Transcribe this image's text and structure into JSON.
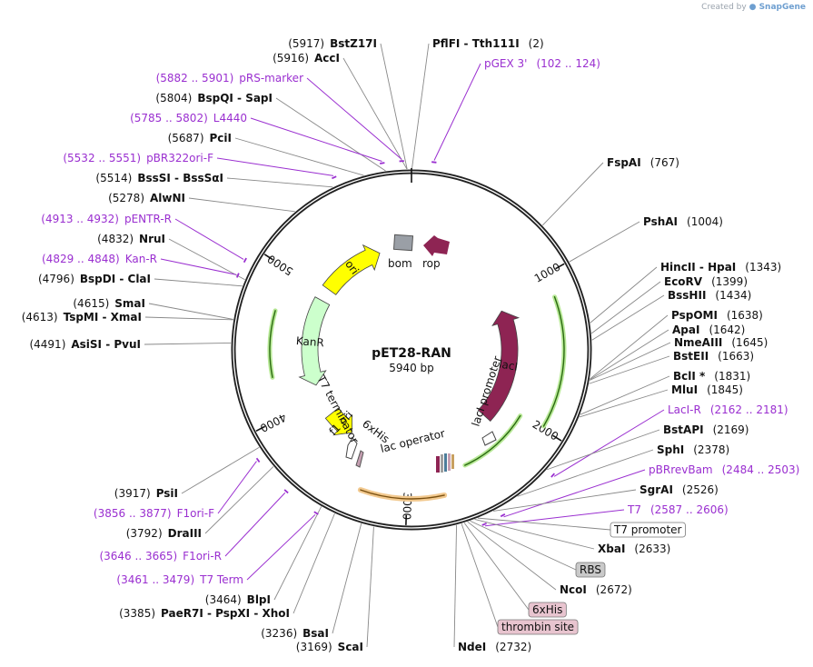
{
  "credit": {
    "prefix": "Created by",
    "brand": "SnapGene"
  },
  "plasmid": {
    "name": "pET28-RAN",
    "size_label": "5940 bp",
    "length": 5940
  },
  "ticks": [
    {
      "bp": 1000,
      "label": "1000"
    },
    {
      "bp": 2000,
      "label": "2000"
    },
    {
      "bp": 3000,
      "label": "3000"
    },
    {
      "bp": 4000,
      "label": "4000"
    },
    {
      "bp": 5000,
      "label": "5000"
    }
  ],
  "sites": [
    {
      "bp": 5917,
      "side": "L",
      "pos": "(5917)",
      "name": "BstZ17I",
      "kind": "enzyme"
    },
    {
      "bp": 5916,
      "side": "L",
      "pos": "(5916)",
      "name": "AccI",
      "kind": "enzyme"
    },
    {
      "bp": 5891,
      "side": "L",
      "pos": "(5882 .. 5901)",
      "name": "pRS-marker",
      "kind": "primer"
    },
    {
      "bp": 5804,
      "side": "L",
      "pos": "(5804)",
      "name": "BspQI  -  SapI",
      "kind": "enzyme"
    },
    {
      "bp": 5793,
      "side": "L",
      "pos": "(5785 .. 5802)",
      "name": "L4440",
      "kind": "primer"
    },
    {
      "bp": 5687,
      "side": "L",
      "pos": "(5687)",
      "name": "PciI",
      "kind": "enzyme"
    },
    {
      "bp": 5541,
      "side": "L",
      "pos": "(5532 .. 5551)",
      "name": "pBR322ori-F",
      "kind": "primer"
    },
    {
      "bp": 5514,
      "side": "L",
      "pos": "(5514)",
      "name": "BssSI  -  BssSαI",
      "kind": "enzyme"
    },
    {
      "bp": 5278,
      "side": "L",
      "pos": "(5278)",
      "name": "AlwNI",
      "kind": "enzyme"
    },
    {
      "bp": 4922,
      "side": "L",
      "pos": "(4913 .. 4932)",
      "name": "pENTR-R",
      "kind": "primer"
    },
    {
      "bp": 4832,
      "side": "L",
      "pos": "(4832)",
      "name": "NruI",
      "kind": "enzyme"
    },
    {
      "bp": 4838,
      "side": "L",
      "pos": "(4829 .. 4848)",
      "name": "Kan-R",
      "kind": "primer"
    },
    {
      "bp": 4796,
      "side": "L",
      "pos": "(4796)",
      "name": "BspDI  -  ClaI",
      "kind": "enzyme"
    },
    {
      "bp": 4615,
      "side": "L",
      "pos": "(4615)",
      "name": "SmaI",
      "kind": "enzyme"
    },
    {
      "bp": 4613,
      "side": "L",
      "pos": "(4613)",
      "name": "TspMI  -  XmaI",
      "kind": "enzyme"
    },
    {
      "bp": 4491,
      "side": "L",
      "pos": "(4491)",
      "name": "AsiSI  -  PvuI",
      "kind": "enzyme"
    },
    {
      "bp": 3917,
      "side": "L",
      "pos": "(3917)",
      "name": "PsiI",
      "kind": "enzyme"
    },
    {
      "bp": 3866,
      "side": "L",
      "pos": "(3856 .. 3877)",
      "name": "F1ori-F",
      "kind": "primer"
    },
    {
      "bp": 3792,
      "side": "L",
      "pos": "(3792)",
      "name": "DraIII",
      "kind": "enzyme"
    },
    {
      "bp": 3655,
      "side": "L",
      "pos": "(3646 .. 3665)",
      "name": "F1ori-R",
      "kind": "primer"
    },
    {
      "bp": 3470,
      "side": "L",
      "pos": "(3461 .. 3479)",
      "name": "T7 Term",
      "kind": "primer"
    },
    {
      "bp": 3464,
      "side": "L",
      "pos": "(3464)",
      "name": "BlpI",
      "kind": "enzyme"
    },
    {
      "bp": 3385,
      "side": "L",
      "pos": "(3385)",
      "name": "PaeR7I  -  PspXI  -  XhoI",
      "kind": "enzyme"
    },
    {
      "bp": 3236,
      "side": "L",
      "pos": "(3236)",
      "name": "BsaI",
      "kind": "enzyme"
    },
    {
      "bp": 3169,
      "side": "L",
      "pos": "(3169)",
      "name": "ScaI",
      "kind": "enzyme"
    },
    {
      "bp": 2,
      "side": "R",
      "pos": "(2)",
      "name": "PflFI  -  Tth111I",
      "kind": "enzyme"
    },
    {
      "bp": 113,
      "side": "R",
      "pos": "(102 .. 124)",
      "name": "pGEX 3'",
      "kind": "primer"
    },
    {
      "bp": 767,
      "side": "R",
      "pos": "(767)",
      "name": "FspAI",
      "kind": "enzyme"
    },
    {
      "bp": 1004,
      "side": "R",
      "pos": "(1004)",
      "name": "PshAI",
      "kind": "enzyme"
    },
    {
      "bp": 1343,
      "side": "R",
      "pos": "(1343)",
      "name": "HincII  -  HpaI",
      "kind": "enzyme"
    },
    {
      "bp": 1399,
      "side": "R",
      "pos": "(1399)",
      "name": "EcoRV",
      "kind": "enzyme"
    },
    {
      "bp": 1434,
      "side": "R",
      "pos": "(1434)",
      "name": "BssHII",
      "kind": "enzyme"
    },
    {
      "bp": 1638,
      "side": "R",
      "pos": "(1638)",
      "name": "PspOMI",
      "kind": "enzyme"
    },
    {
      "bp": 1642,
      "side": "R",
      "pos": "(1642)",
      "name": "ApaI",
      "kind": "enzyme"
    },
    {
      "bp": 1645,
      "side": "R",
      "pos": "(1645)",
      "name": "NmeAIII",
      "kind": "enzyme"
    },
    {
      "bp": 1663,
      "side": "R",
      "pos": "(1663)",
      "name": "BstEII",
      "kind": "enzyme"
    },
    {
      "bp": 1831,
      "side": "R",
      "pos": "(1831)",
      "name": "BclI *",
      "kind": "enzyme"
    },
    {
      "bp": 1845,
      "side": "R",
      "pos": "(1845)",
      "name": "MluI",
      "kind": "enzyme"
    },
    {
      "bp": 2171,
      "side": "R",
      "pos": "(2162 .. 2181)",
      "name": "LacI-R",
      "kind": "primer"
    },
    {
      "bp": 2169,
      "side": "R",
      "pos": "(2169)",
      "name": "BstAPI",
      "kind": "enzyme"
    },
    {
      "bp": 2378,
      "side": "R",
      "pos": "(2378)",
      "name": "SphI",
      "kind": "enzyme"
    },
    {
      "bp": 2493,
      "side": "R",
      "pos": "(2484 .. 2503)",
      "name": "pBRrevBam",
      "kind": "primer"
    },
    {
      "bp": 2526,
      "side": "R",
      "pos": "(2526)",
      "name": "SgrAI",
      "kind": "enzyme"
    },
    {
      "bp": 2596,
      "side": "R",
      "pos": "(2587 .. 2606)",
      "name": "T7",
      "kind": "primer"
    },
    {
      "bp": 2615,
      "side": "R",
      "pos": "",
      "name": "T7 promoter",
      "kind": "box"
    },
    {
      "bp": 2633,
      "side": "R",
      "pos": "(2633)",
      "name": "XbaI",
      "kind": "enzyme"
    },
    {
      "bp": 2658,
      "side": "R",
      "pos": "",
      "name": "RBS",
      "kind": "box"
    },
    {
      "bp": 2672,
      "side": "R",
      "pos": "(2672)",
      "name": "NcoI",
      "kind": "enzyme"
    },
    {
      "bp": 2690,
      "side": "R",
      "pos": "",
      "name": "6xHis",
      "kind": "box"
    },
    {
      "bp": 2705,
      "side": "R",
      "pos": "",
      "name": "thrombin site",
      "kind": "box"
    },
    {
      "bp": 2732,
      "side": "R",
      "pos": "(2732)",
      "name": "NdeI",
      "kind": "enzyme"
    }
  ],
  "features": [
    {
      "name": "lacI",
      "start": 1100,
      "end": 2180,
      "dir": "ccw",
      "color": "#8e2453",
      "text_color": "#ffffff"
    },
    {
      "name": "KanR",
      "start": 4120,
      "end": 4930,
      "dir": "ccw",
      "color": "#ccffcc",
      "text_color": "#111111"
    },
    {
      "name": "ori",
      "start": 5050,
      "end": 5640,
      "dir": "cw",
      "color": "#ffff00",
      "text_color": "#111111"
    },
    {
      "name": "f1 ori",
      "start": 3560,
      "end": 3820,
      "dir": "ccw",
      "color": "#ffff00",
      "text_color": "#111111"
    }
  ],
  "inner_labels": [
    {
      "text": "bom"
    },
    {
      "text": "rop"
    },
    {
      "text": "lacI promoter"
    },
    {
      "text": "T7 terminator"
    },
    {
      "text": "6xHis"
    },
    {
      "text": "lac operator"
    }
  ],
  "colors": {
    "primer": "#9a2fd0",
    "enzyme": "#111111",
    "box_gray": "#c9c9c9",
    "box_pink": "#e8c4cf"
  }
}
